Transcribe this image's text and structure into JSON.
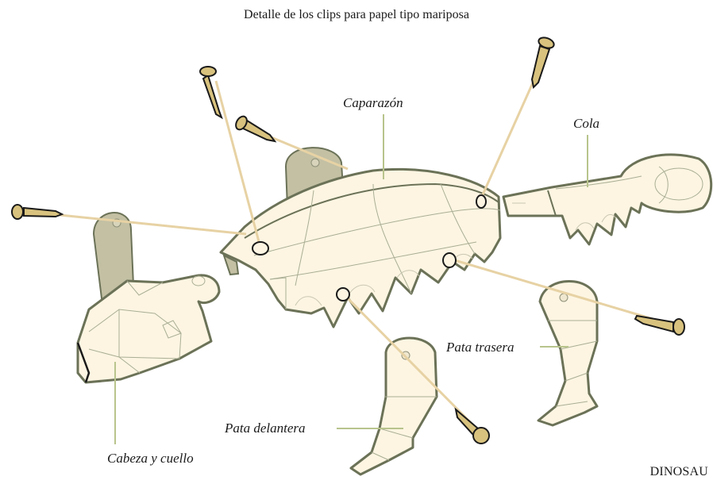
{
  "title": "Detalle de los clips para papel tipo mariposa",
  "labels": {
    "shell": "Caparazón",
    "tail": "Cola",
    "hind_leg": "Pata trasera",
    "front_leg": "Pata delantera",
    "head_neck": "Cabeza y cuello"
  },
  "footer": "DINOSAU",
  "colors": {
    "part_fill": "#fdf5e2",
    "part_stroke": "#6b7257",
    "tab_fill": "#c3c0a4",
    "pin_rod": "#e7d2a4",
    "pin_head": "#d8c27e",
    "leader": "#b8c48c",
    "hole": "#1a1a1a"
  }
}
